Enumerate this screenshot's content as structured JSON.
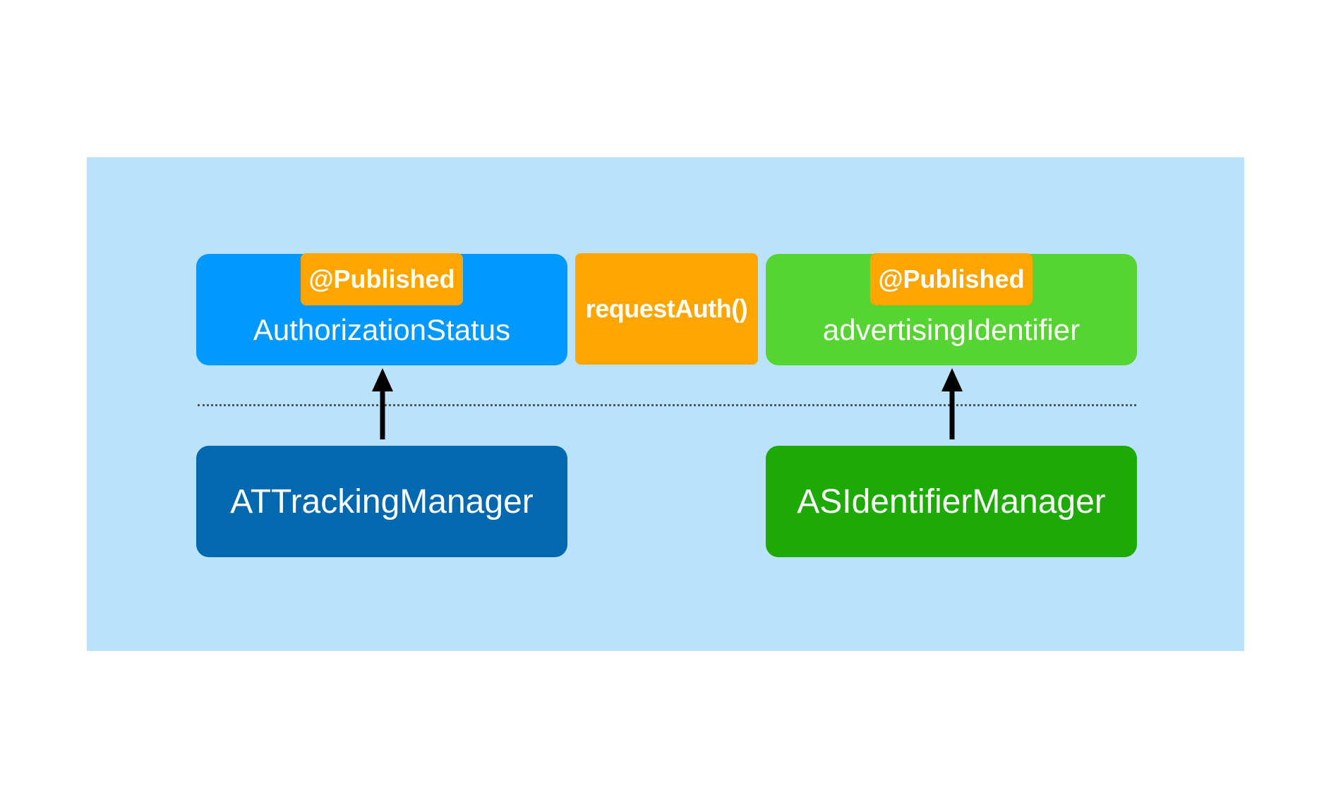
{
  "diagram": {
    "boxes": {
      "authorization_status": {
        "badge": "@Published",
        "label": "AuthorizationStatus"
      },
      "request_auth": {
        "label": "requestAuth()"
      },
      "advertising_identifier": {
        "badge": "@Published",
        "label": "advertisingIdentifier"
      },
      "at_tracking_manager": {
        "label": "ATTrackingManager"
      },
      "as_identifier_manager": {
        "label": "ASIdentifierManager"
      }
    },
    "colors": {
      "panel": "#bae2fb",
      "authorization_status": "#0299fe",
      "advertising_identifier": "#56d431",
      "badge_orange": "#fea500",
      "at_tracking_manager": "#0268b0",
      "as_identifier_manager": "#1eaa05",
      "arrow": "#000000"
    }
  }
}
